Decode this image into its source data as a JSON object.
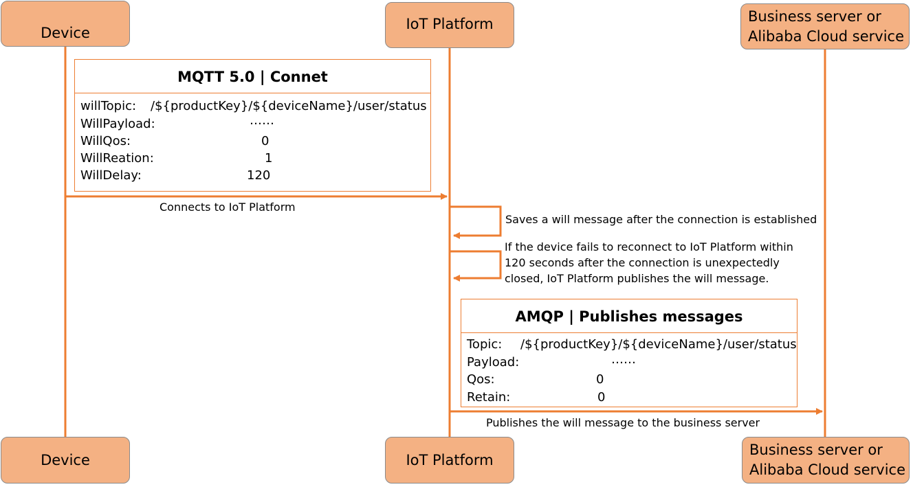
{
  "colors": {
    "lifeline": "#ed7d31",
    "actor_fill": "#f4b183",
    "actor_border": "#8a8a8a"
  },
  "actors": {
    "device_top": "Device",
    "platform_top": "IoT Platform",
    "server_top_line1": "Business server or",
    "server_top_line2": "Alibaba Cloud service",
    "device_bottom": "Device",
    "platform_bottom": "IoT Platform",
    "server_bottom_line1": "Business server or",
    "server_bottom_line2": "Alibaba Cloud service"
  },
  "mqtt_frame": {
    "title": "MQTT 5.0 | Connet",
    "rows": [
      {
        "label": "willTopic:",
        "value": "/${productKey}/${deviceName}/user/status"
      },
      {
        "label": "WillPayload:",
        "value": "……"
      },
      {
        "label": "WillQos:",
        "value": "0"
      },
      {
        "label": "WillReation:",
        "value": "1"
      },
      {
        "label": "WillDelay:",
        "value": "120"
      }
    ]
  },
  "amqp_frame": {
    "title": "AMQP | Publishes messages",
    "rows": [
      {
        "label": "Topic:",
        "value": "/${productKey}/${deviceName}/user/status"
      },
      {
        "label": "Payload:",
        "value": "……"
      },
      {
        "label": "Qos:",
        "value": "0"
      },
      {
        "label": "Retain:",
        "value": "0"
      }
    ]
  },
  "messages": {
    "connect": "Connects to IoT Platform",
    "save_will": "Saves a will message after the connection is established",
    "reconnect_line1": "If the device fails to reconnect to IoT Platform within",
    "reconnect_line2": "120 seconds after the connection is unexpectedly",
    "reconnect_line3": "closed, IoT Platform publishes the will message.",
    "publish": "Publishes the will message to the business server"
  }
}
